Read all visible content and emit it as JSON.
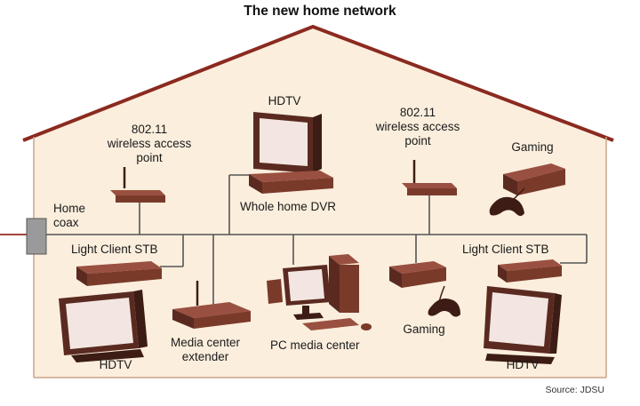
{
  "title": "The new home network",
  "source": "Source: JDSU",
  "labels": {
    "home_coax": [
      "Home",
      "coax"
    ],
    "wap_left": [
      "802.11",
      "wireless access",
      "point"
    ],
    "wap_right": [
      "802.11",
      "wireless access",
      "point"
    ],
    "hdtv_top": "HDTV",
    "whole_home_dvr": "Whole home DVR",
    "gaming_top": "Gaming",
    "light_client_stb_left": "Light Client STB",
    "light_client_stb_right": "Light Client STB",
    "hdtv_bottom_left": "HDTV",
    "media_center_extender": [
      "Media center",
      "extender"
    ],
    "pc_media_center": "PC media center",
    "gaming_bottom": "Gaming",
    "hdtv_bottom_right": "HDTV"
  },
  "colors": {
    "house_fill": "#fbeedd",
    "house_outline": "#8b2a1f",
    "wiring": "#555555",
    "device_body": "#7a3a2a",
    "device_dark": "#3c1c14",
    "screen": "#f3e6e2",
    "connector": "#9a9a9a",
    "coax_in": "#a0453a"
  }
}
